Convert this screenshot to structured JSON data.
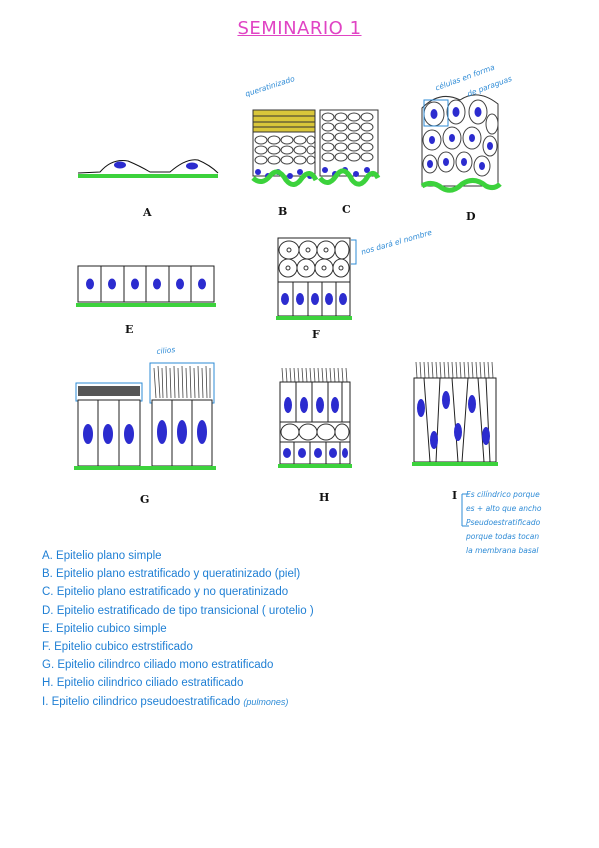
{
  "page": {
    "title": "SEMINARIO 1"
  },
  "colors": {
    "title": "#e044c4",
    "ink": "#1f7fd4",
    "membrane": "#3cd23c",
    "nucleus": "#2c2ccf"
  },
  "figures": {
    "A": {
      "letter": "A"
    },
    "B": {
      "letter": "B",
      "note": "queratinizado"
    },
    "C": {
      "letter": "C"
    },
    "D": {
      "letter": "D",
      "note_line1": "células en forma",
      "note_line2": "de paraguas"
    },
    "E": {
      "letter": "E"
    },
    "F": {
      "letter": "F",
      "note": "nos dará el nombre"
    },
    "G": {
      "letter": "G",
      "note": "cilios"
    },
    "H": {
      "letter": "H"
    },
    "I": {
      "letter": "I",
      "note_lines": [
        "Es cilíndrico porque",
        "es + alto que ancho",
        "Pseudoestratificado",
        "porque todas tocan",
        "la membrana basal"
      ]
    }
  },
  "legend": [
    {
      "text": "A. Epitelio plano simple"
    },
    {
      "text": "B. Epitelio plano estratificado y queratinizado (piel)"
    },
    {
      "text": "C. Epitelio plano estratificado y no queratinizado"
    },
    {
      "text": "D. Epitelio estratificado de tipo transicional ( urotelio )"
    },
    {
      "text": "E. Epitelio cubico simple"
    },
    {
      "text": "F. Epitelio cubico estrstificado"
    },
    {
      "text": "G. Epitelio cilindrco ciliado mono estratificado"
    },
    {
      "text": "H. Epitelio cilindrico ciliado estratificado"
    },
    {
      "text": "I. Epitelio cilindrico pseudoestratificado",
      "note": "(pulmones)"
    }
  ]
}
